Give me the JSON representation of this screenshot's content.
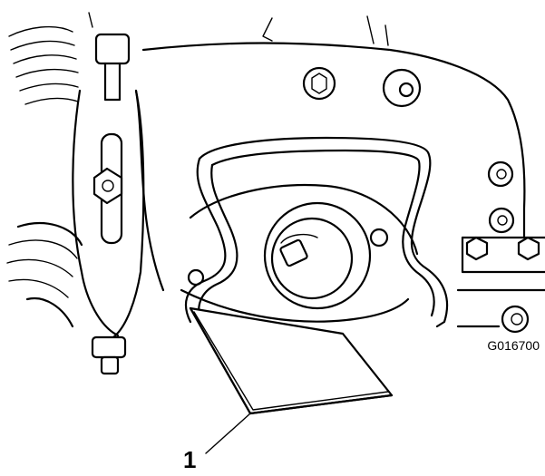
{
  "figure": {
    "id_text": "G016700",
    "callouts": [
      {
        "label": "1",
        "target": "reel-shim-block"
      }
    ]
  },
  "colors": {
    "line": "#000000",
    "background": "#ffffff"
  }
}
